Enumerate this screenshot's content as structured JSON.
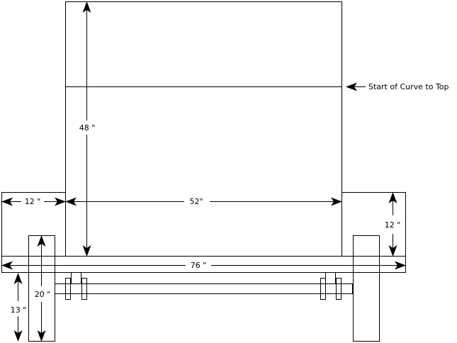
{
  "dimensions": {
    "height_48": "48 \"",
    "width_52": "52\"",
    "side_12": "12 \"",
    "side_height_12": "12 \"",
    "total_76": "76 \"",
    "wheel_20": "20 \"",
    "clearance_13": "13 \""
  },
  "annotations": {
    "curve_start": "Start of Curve to Top"
  }
}
